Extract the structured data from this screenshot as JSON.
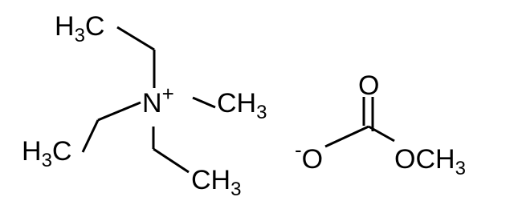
{
  "cation": {
    "nitrogen": {
      "element": "N",
      "charge": "+"
    },
    "ethyl_top": {
      "carbon_group": "H",
      "subscript": "3",
      "tail": "C"
    },
    "ethyl_left": {
      "carbon_group": "H",
      "subscript": "3",
      "tail": "C"
    },
    "ethyl_bottom": {
      "carbon_group": "CH",
      "subscript": "3"
    },
    "methyl": {
      "carbon_group": "CH",
      "subscript": "3"
    }
  },
  "anion": {
    "carbonyl_oxygen": "O",
    "oxide": {
      "element": "O",
      "charge": "-"
    },
    "methoxy": {
      "oxygen": "O",
      "carbon_group": "CH",
      "subscript": "3"
    }
  }
}
